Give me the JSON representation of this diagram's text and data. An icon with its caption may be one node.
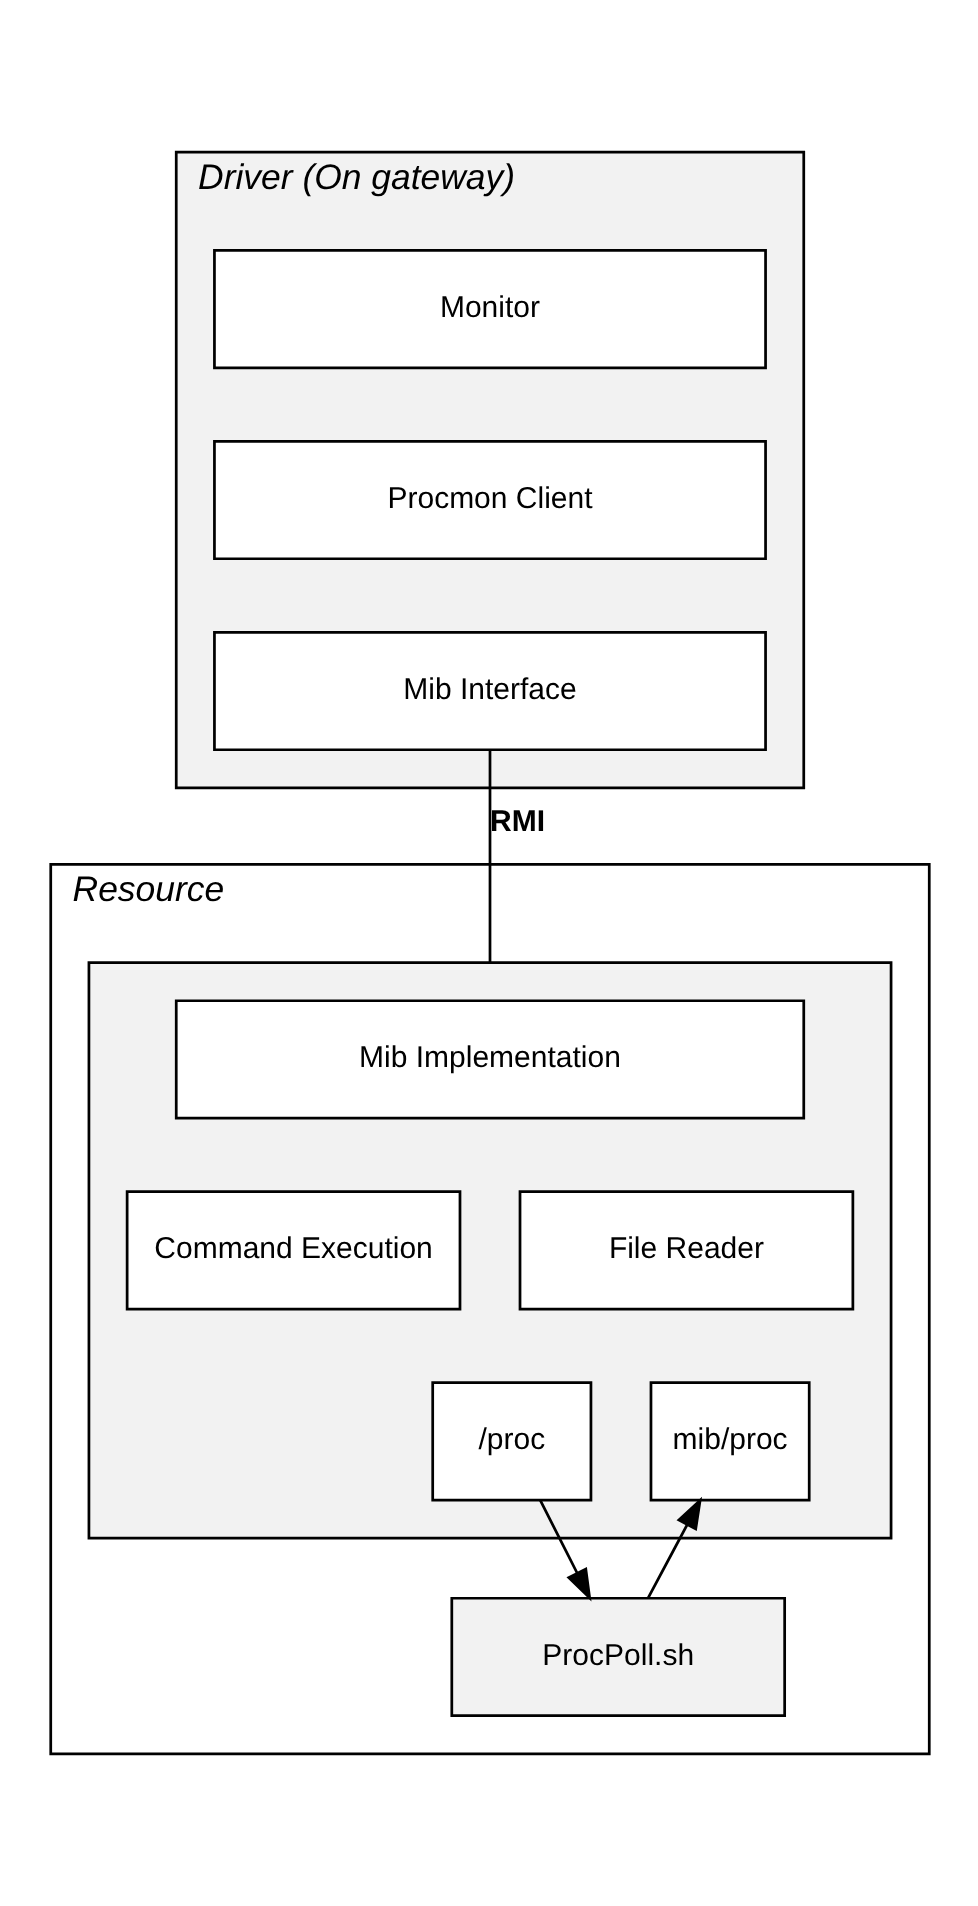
{
  "diagram": {
    "nodes": [
      {
        "text": [
          "Driver (On gateway)"
        ]
      },
      {
        "text": [
          "Monitor"
        ],
        "in": 0
      },
      {
        "text": [
          "Procmon Client"
        ],
        "in": 0
      },
      {
        "text": [
          "Mib Interface"
        ],
        "in": 0
      },
      {
        "text": [
          "Resource"
        ]
      },
      {
        "text": [],
        "shape": "box",
        "in": 4
      },
      {
        "text": [
          "Mib Implementation"
        ],
        "in": 5
      },
      {
        "text": [
          "Command Execution"
        ],
        "in": 5
      },
      {
        "text": [
          "File Reader"
        ],
        "in": 5
      },
      {
        "text": [
          "/proc"
        ],
        "in": 5
      },
      {
        "text": [
          "mib/proc"
        ],
        "in": 5
      },
      {
        "text": [
          "ProcPoll.sh"
        ],
        "in": 4
      }
    ],
    "edges": [
      {
        "from": 3,
        "to": 5,
        "arrow": "none",
        "label": "RMI"
      },
      {
        "from": 9,
        "to": 11,
        "arrow": "to"
      },
      {
        "from": 11,
        "to": 10,
        "arrow": "to"
      }
    ]
  }
}
